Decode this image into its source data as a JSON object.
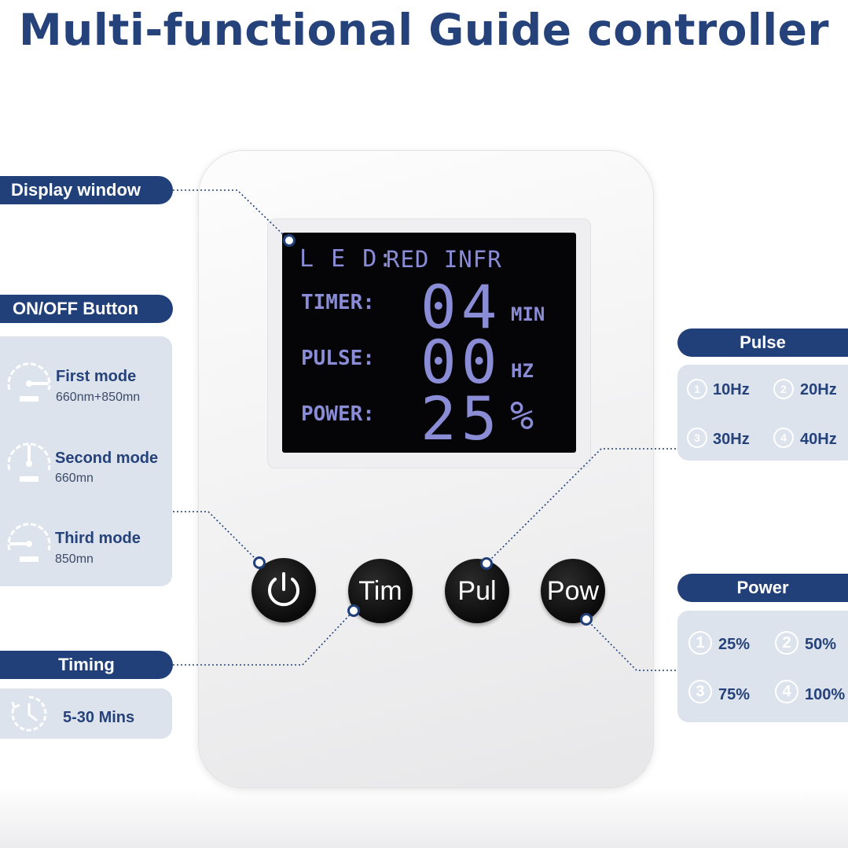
{
  "title": "Multi-functional Guide controller",
  "lcd": {
    "led_label": "L E D:",
    "led_value": "RED INFR",
    "timer_label": "TIMER:",
    "timer_value": "04",
    "timer_unit": "MIN",
    "pulse_label": "PULSE:",
    "pulse_value": "00",
    "pulse_unit": "HZ",
    "power_label": "POWER:",
    "power_value": "25",
    "power_unit": "%"
  },
  "labels": {
    "display_window": "Display window",
    "onoff_button": "ON/OFF Button",
    "timing": "Timing",
    "pulse": "Pulse",
    "power": "Power"
  },
  "modes": [
    {
      "title": "First mode",
      "sub": "660nm+850mn"
    },
    {
      "title": "Second mode",
      "sub": "660mn"
    },
    {
      "title": "Third mode",
      "sub": "850mn"
    }
  ],
  "timing_range": "5-30 Mins",
  "pulse_options": [
    {
      "num": "1",
      "text": "10Hz"
    },
    {
      "num": "2",
      "text": "20Hz"
    },
    {
      "num": "3",
      "text": "30Hz"
    },
    {
      "num": "4",
      "text": "40Hz"
    }
  ],
  "power_options": [
    {
      "num": "1",
      "text": "25%"
    },
    {
      "num": "2",
      "text": "50%"
    },
    {
      "num": "3",
      "text": "75%"
    },
    {
      "num": "4",
      "text": "100%"
    }
  ],
  "buttons": {
    "tim": "Tim",
    "pul": "Pul",
    "pow": "Pow"
  },
  "icons": [
    "gauge-icon",
    "clock-icon",
    "power-icon"
  ],
  "colors": {
    "brand_navy": "#21407a",
    "lcd_glow": "#8a8cd6",
    "panel_bg": "#dde3ec"
  }
}
